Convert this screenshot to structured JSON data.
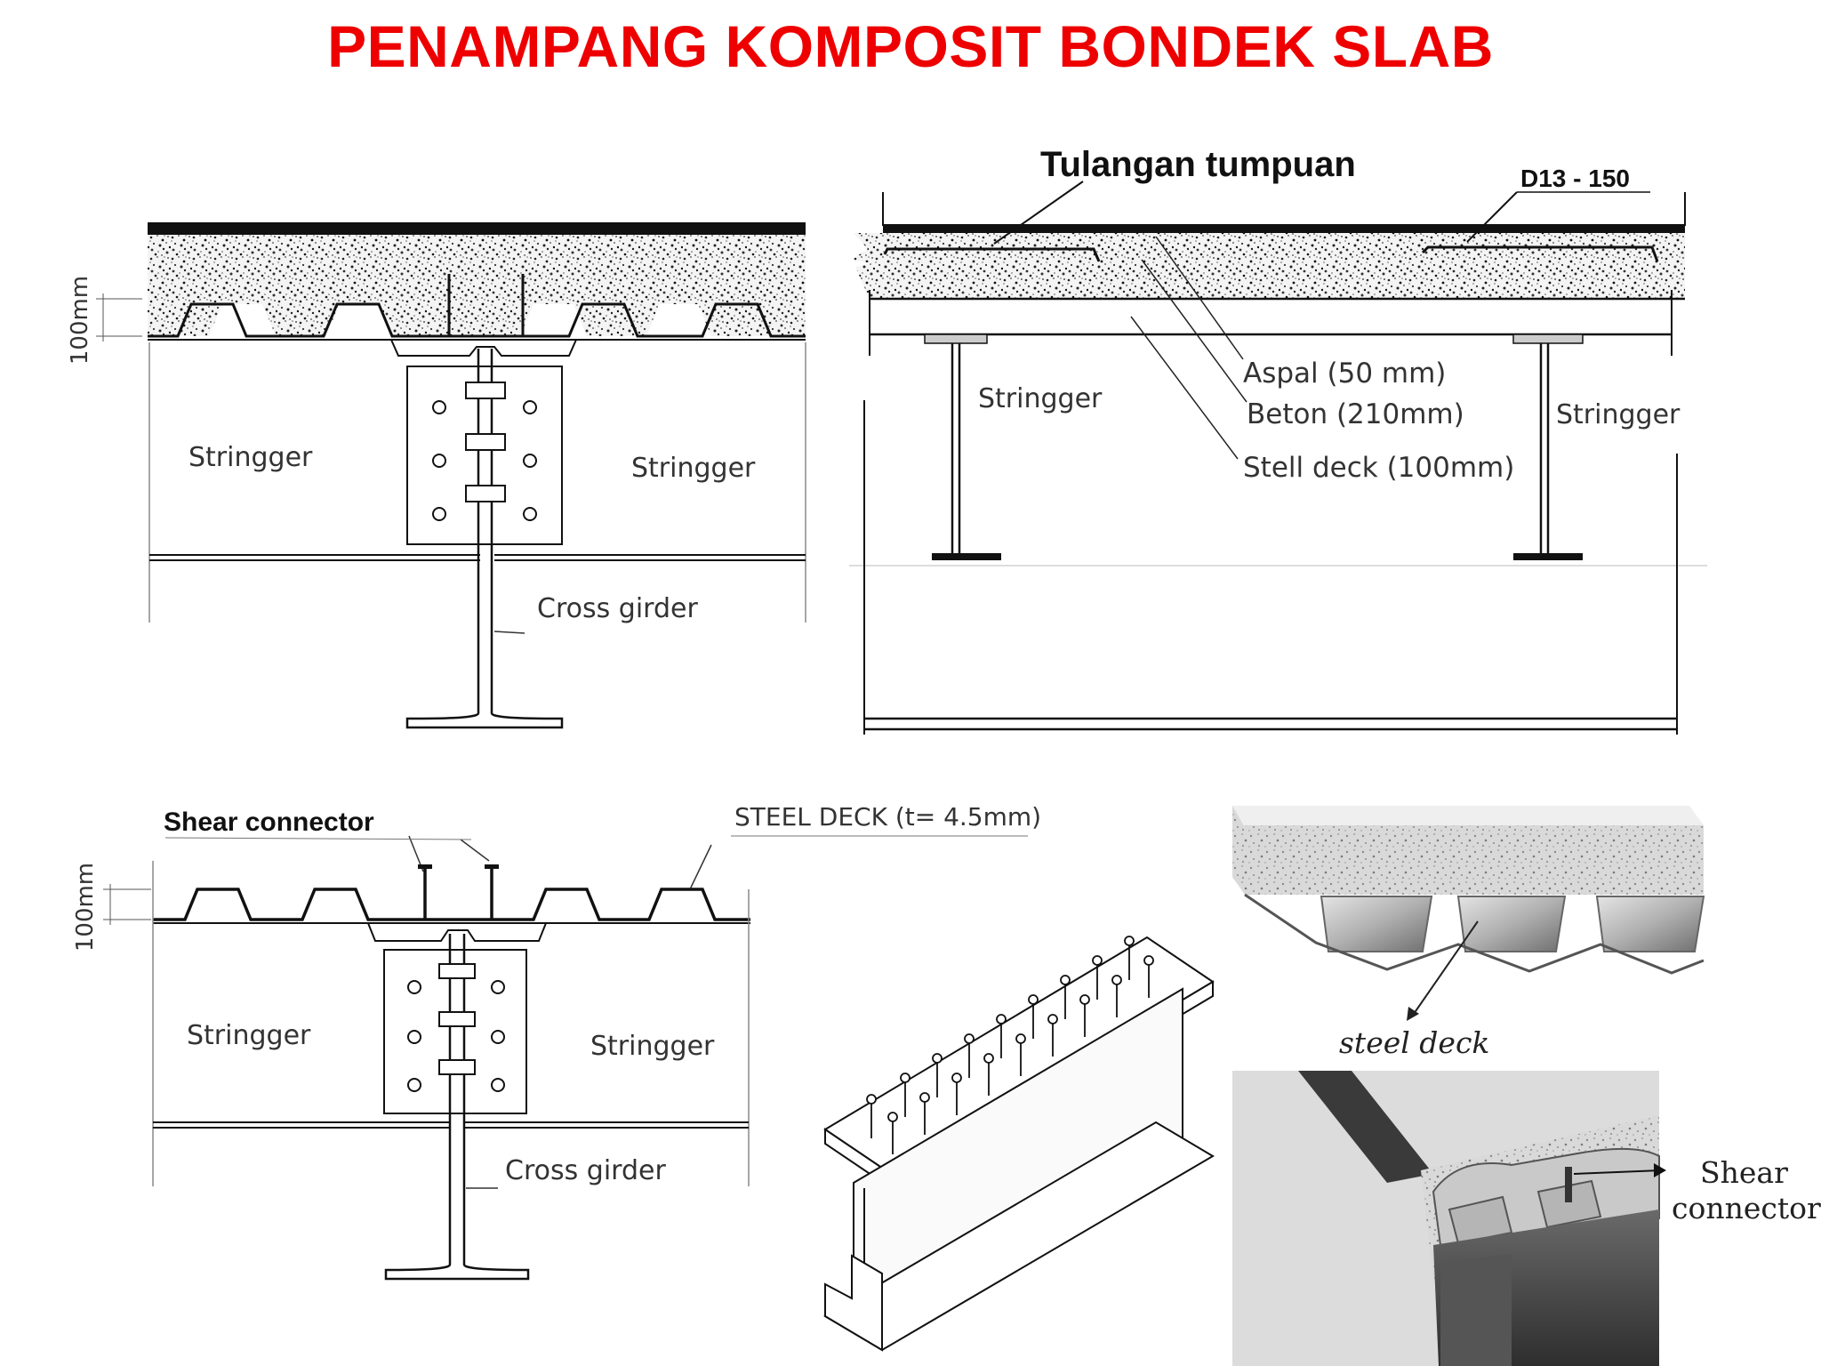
{
  "title": "PENAMPANG KOMPOSIT BONDEK SLAB",
  "panel_a": {
    "dim": "100mm",
    "stringer_left": "Stringger",
    "stringer_right": "Stringger",
    "cross_girder": "Cross girder"
  },
  "panel_b": {
    "tulangan": "Tulangan tumpuan",
    "rebar_spec": "D13 - 150",
    "stringer_left": "Stringger",
    "stringer_right": "Stringger",
    "aspal": "Aspal (50 mm)",
    "beton": "Beton (210mm)",
    "steel_deck": "Stell deck (100mm)"
  },
  "panel_c": {
    "shear_connector": "Shear connector",
    "steel_deck_spec": "STEEL DECK (t= 4.5mm)",
    "dim": "100mm",
    "stringer_left": "Stringger",
    "stringer_right": "Stringger",
    "cross_girder": "Cross girder"
  },
  "panel_e": {
    "label": "steel deck"
  },
  "panel_f": {
    "label_line1": "Shear",
    "label_line2": "connector"
  }
}
